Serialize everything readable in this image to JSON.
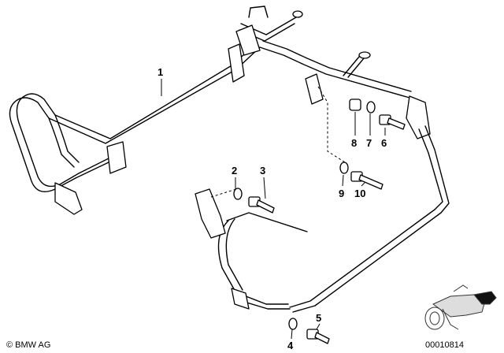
{
  "callouts": {
    "c1": "1",
    "c2": "2",
    "c3": "3",
    "c4": "4",
    "c5": "5",
    "c6": "6",
    "c7": "7",
    "c8": "8",
    "c9": "9",
    "c10": "10"
  },
  "footer": {
    "copyright": "© BMW AG",
    "ref_number": "00010814"
  }
}
